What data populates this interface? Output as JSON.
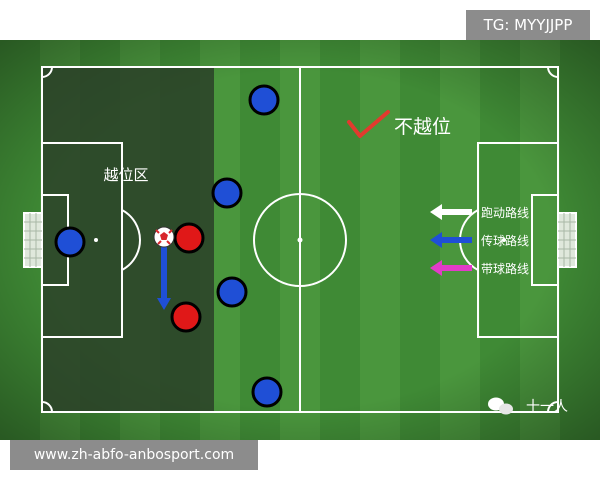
{
  "watermarks": {
    "top_right": "TG: MYYJJPP",
    "bottom_left": "www.zh-abfo-anbosport.com"
  },
  "diagram": {
    "offside_zone_label": "越位区",
    "not_offside_label": "不越位",
    "legend": [
      {
        "label": "跑动路线",
        "color": "#ffffff"
      },
      {
        "label": "传球路线",
        "color": "#1f4fd6"
      },
      {
        "label": "带球路线",
        "color": "#e23cc8"
      }
    ],
    "brand_label": "十一人"
  },
  "colors": {
    "pitch_green": "#3f8a35",
    "offside_zone": "#2f4a2c",
    "blue_team": "#1f4fd6",
    "red_team": "#e01818",
    "check_mark": "#e23a2e"
  }
}
